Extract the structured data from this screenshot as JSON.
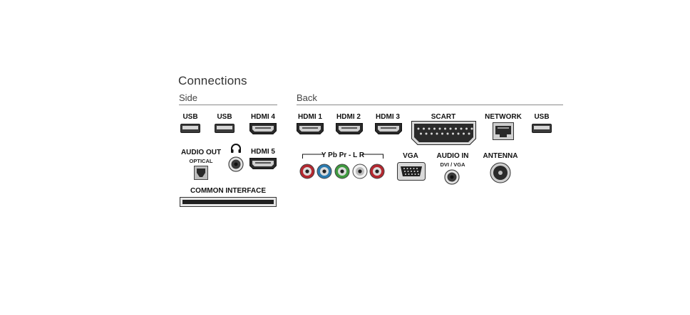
{
  "title": "Connections",
  "side": {
    "label": "Side",
    "ports": {
      "usb1": "USB",
      "usb2": "USB",
      "hdmi4": "HDMI 4",
      "audio_out": "AUDIO OUT",
      "optical": "OPTICAL",
      "hdmi5": "HDMI 5",
      "common_interface": "COMMON INTERFACE"
    }
  },
  "back": {
    "label": "Back",
    "ports": {
      "hdmi1": "HDMI 1",
      "hdmi2": "HDMI 2",
      "hdmi3": "HDMI 3",
      "scart": "SCART",
      "network": "NETWORK",
      "usb": "USB",
      "ypbpr": "Y Pb Pr - L R",
      "vga": "VGA",
      "audio_in": "AUDIO IN",
      "dvi_vga": "DVI / VGA",
      "antenna": "ANTENNA"
    }
  },
  "colors": {
    "rca": [
      "#b3272f",
      "#2b7bb0",
      "#3f9a3f",
      "#f2f2f2",
      "#b3272f"
    ],
    "port_dark": "#2b2b2b",
    "port_light": "#d0d0d0"
  },
  "icons": {
    "headphone": "headphone-icon"
  }
}
